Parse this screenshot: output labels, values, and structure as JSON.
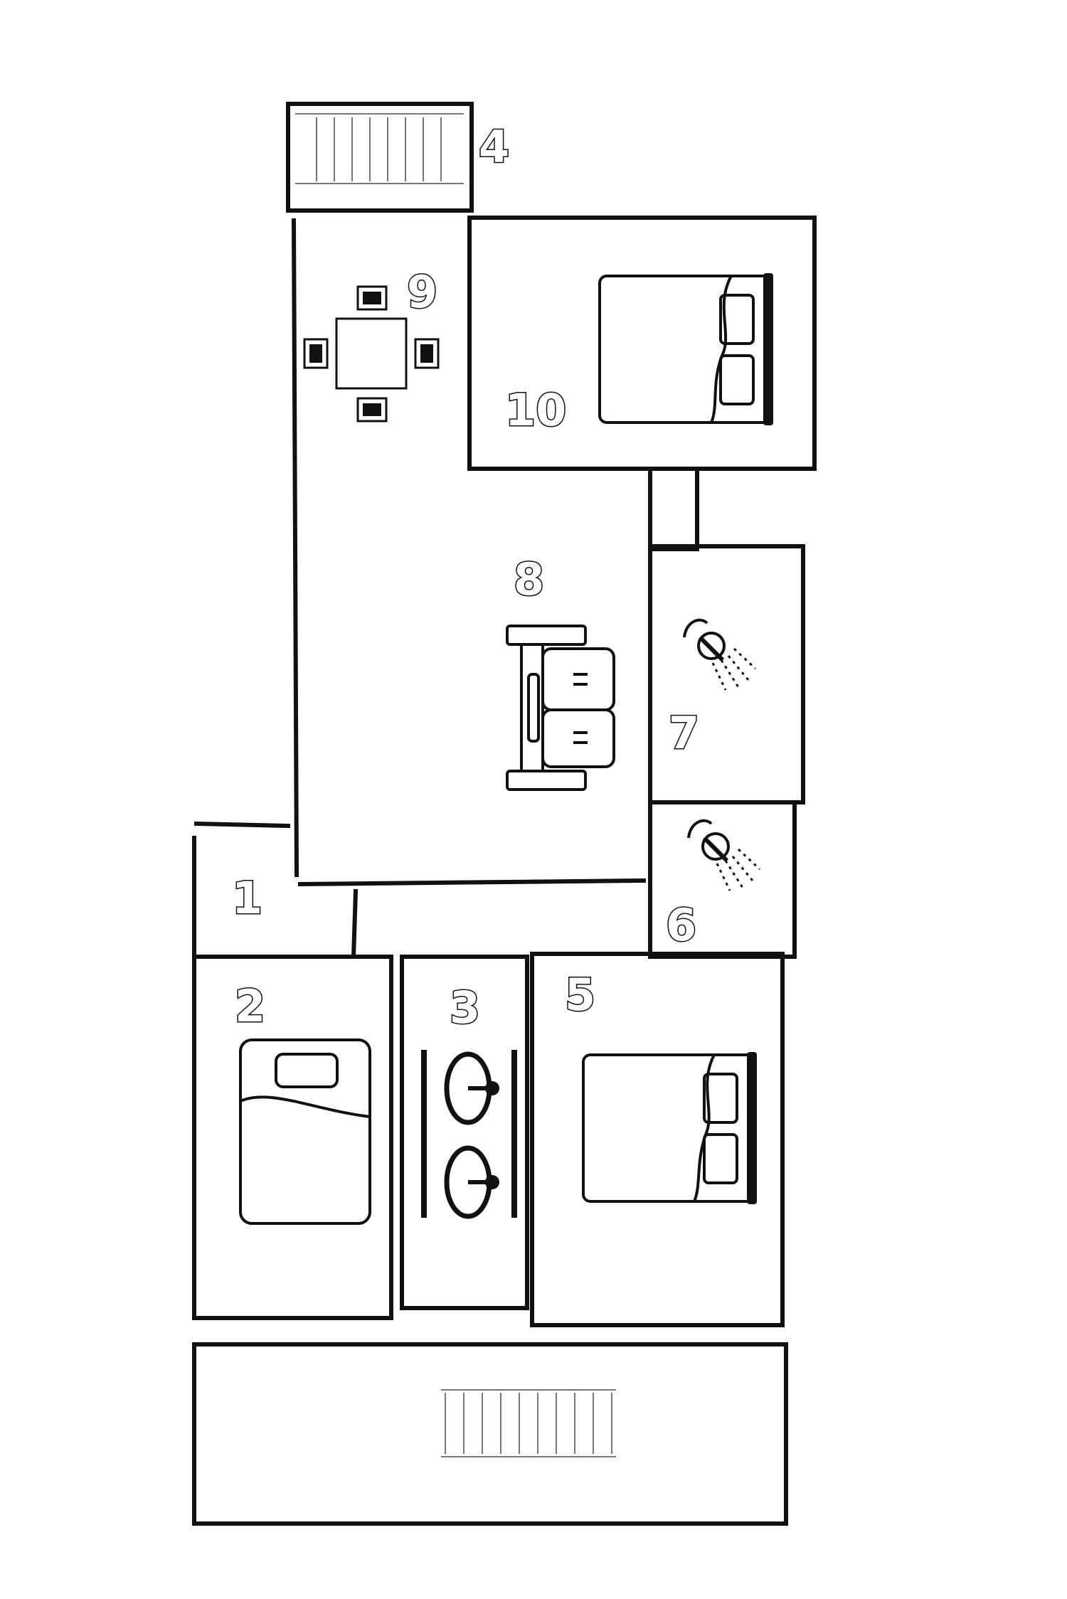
{
  "rooms": [
    {
      "id": "1",
      "label": "1"
    },
    {
      "id": "2",
      "label": "2",
      "icon": "single-bed-icon"
    },
    {
      "id": "3",
      "label": "3",
      "icon": "double-sink-icon"
    },
    {
      "id": "4",
      "label": "4",
      "icon": "stairs-icon"
    },
    {
      "id": "5",
      "label": "5",
      "icon": "double-bed-icon"
    },
    {
      "id": "6",
      "label": "6",
      "icon": "shower-icon"
    },
    {
      "id": "7",
      "label": "7",
      "icon": "shower-icon"
    },
    {
      "id": "8",
      "label": "8",
      "icon": "sofa-icon"
    },
    {
      "id": "9",
      "label": "9",
      "icon": "dining-table-icon"
    },
    {
      "id": "10",
      "label": "10",
      "icon": "double-bed-icon"
    }
  ],
  "extra_icons": [
    "stairs-icon"
  ]
}
